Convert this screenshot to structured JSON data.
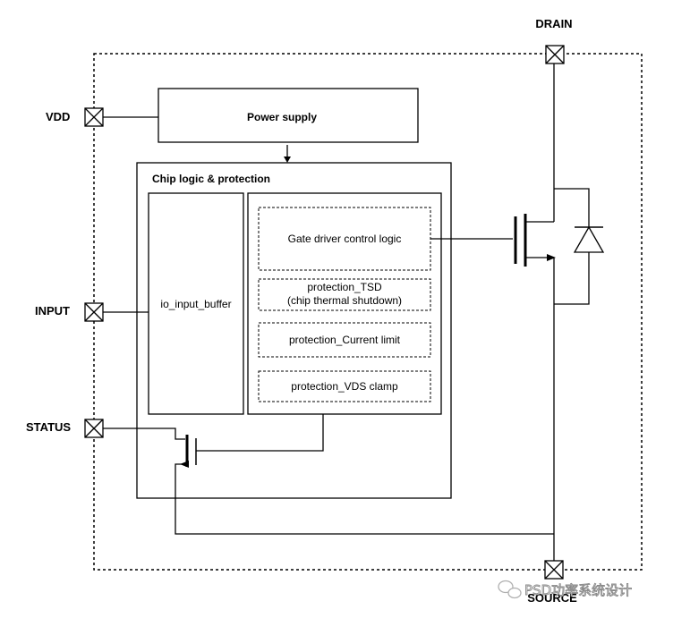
{
  "pins": {
    "drain": "DRAIN",
    "vdd": "VDD",
    "input": "INPUT",
    "status": "STATUS",
    "source": "SOURCE"
  },
  "blocks": {
    "power_supply": "Power supply",
    "chip_logic": "Chip logic & protection",
    "io_input_buffer": "io_input_buffer",
    "gate_driver": "Gate driver control logic",
    "tsd_line1": "protection_TSD",
    "tsd_line2": "(chip thermal shutdown)",
    "current_limit": "protection_Current limit",
    "vds_clamp": "protection_VDS clamp"
  },
  "watermark": {
    "text": "PSD功率系统设计",
    "icon": "wechat-icon"
  }
}
